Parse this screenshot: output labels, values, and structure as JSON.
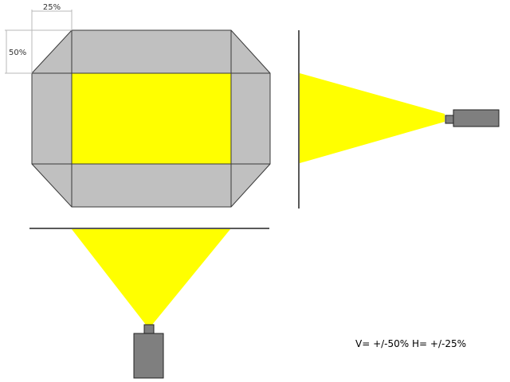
{
  "dimensions": {
    "horizontal_label": "25%",
    "vertical_label": "50%"
  },
  "summary_text": "V= +/-50% H= +/-25%",
  "colors": {
    "background": "#ffffff",
    "shift_area": "#c0c0c0",
    "image_area": "#ffff00",
    "projector_body": "#7f7f7f",
    "outline": "#3a3a3a",
    "dimension_line": "#b8b8b8"
  }
}
